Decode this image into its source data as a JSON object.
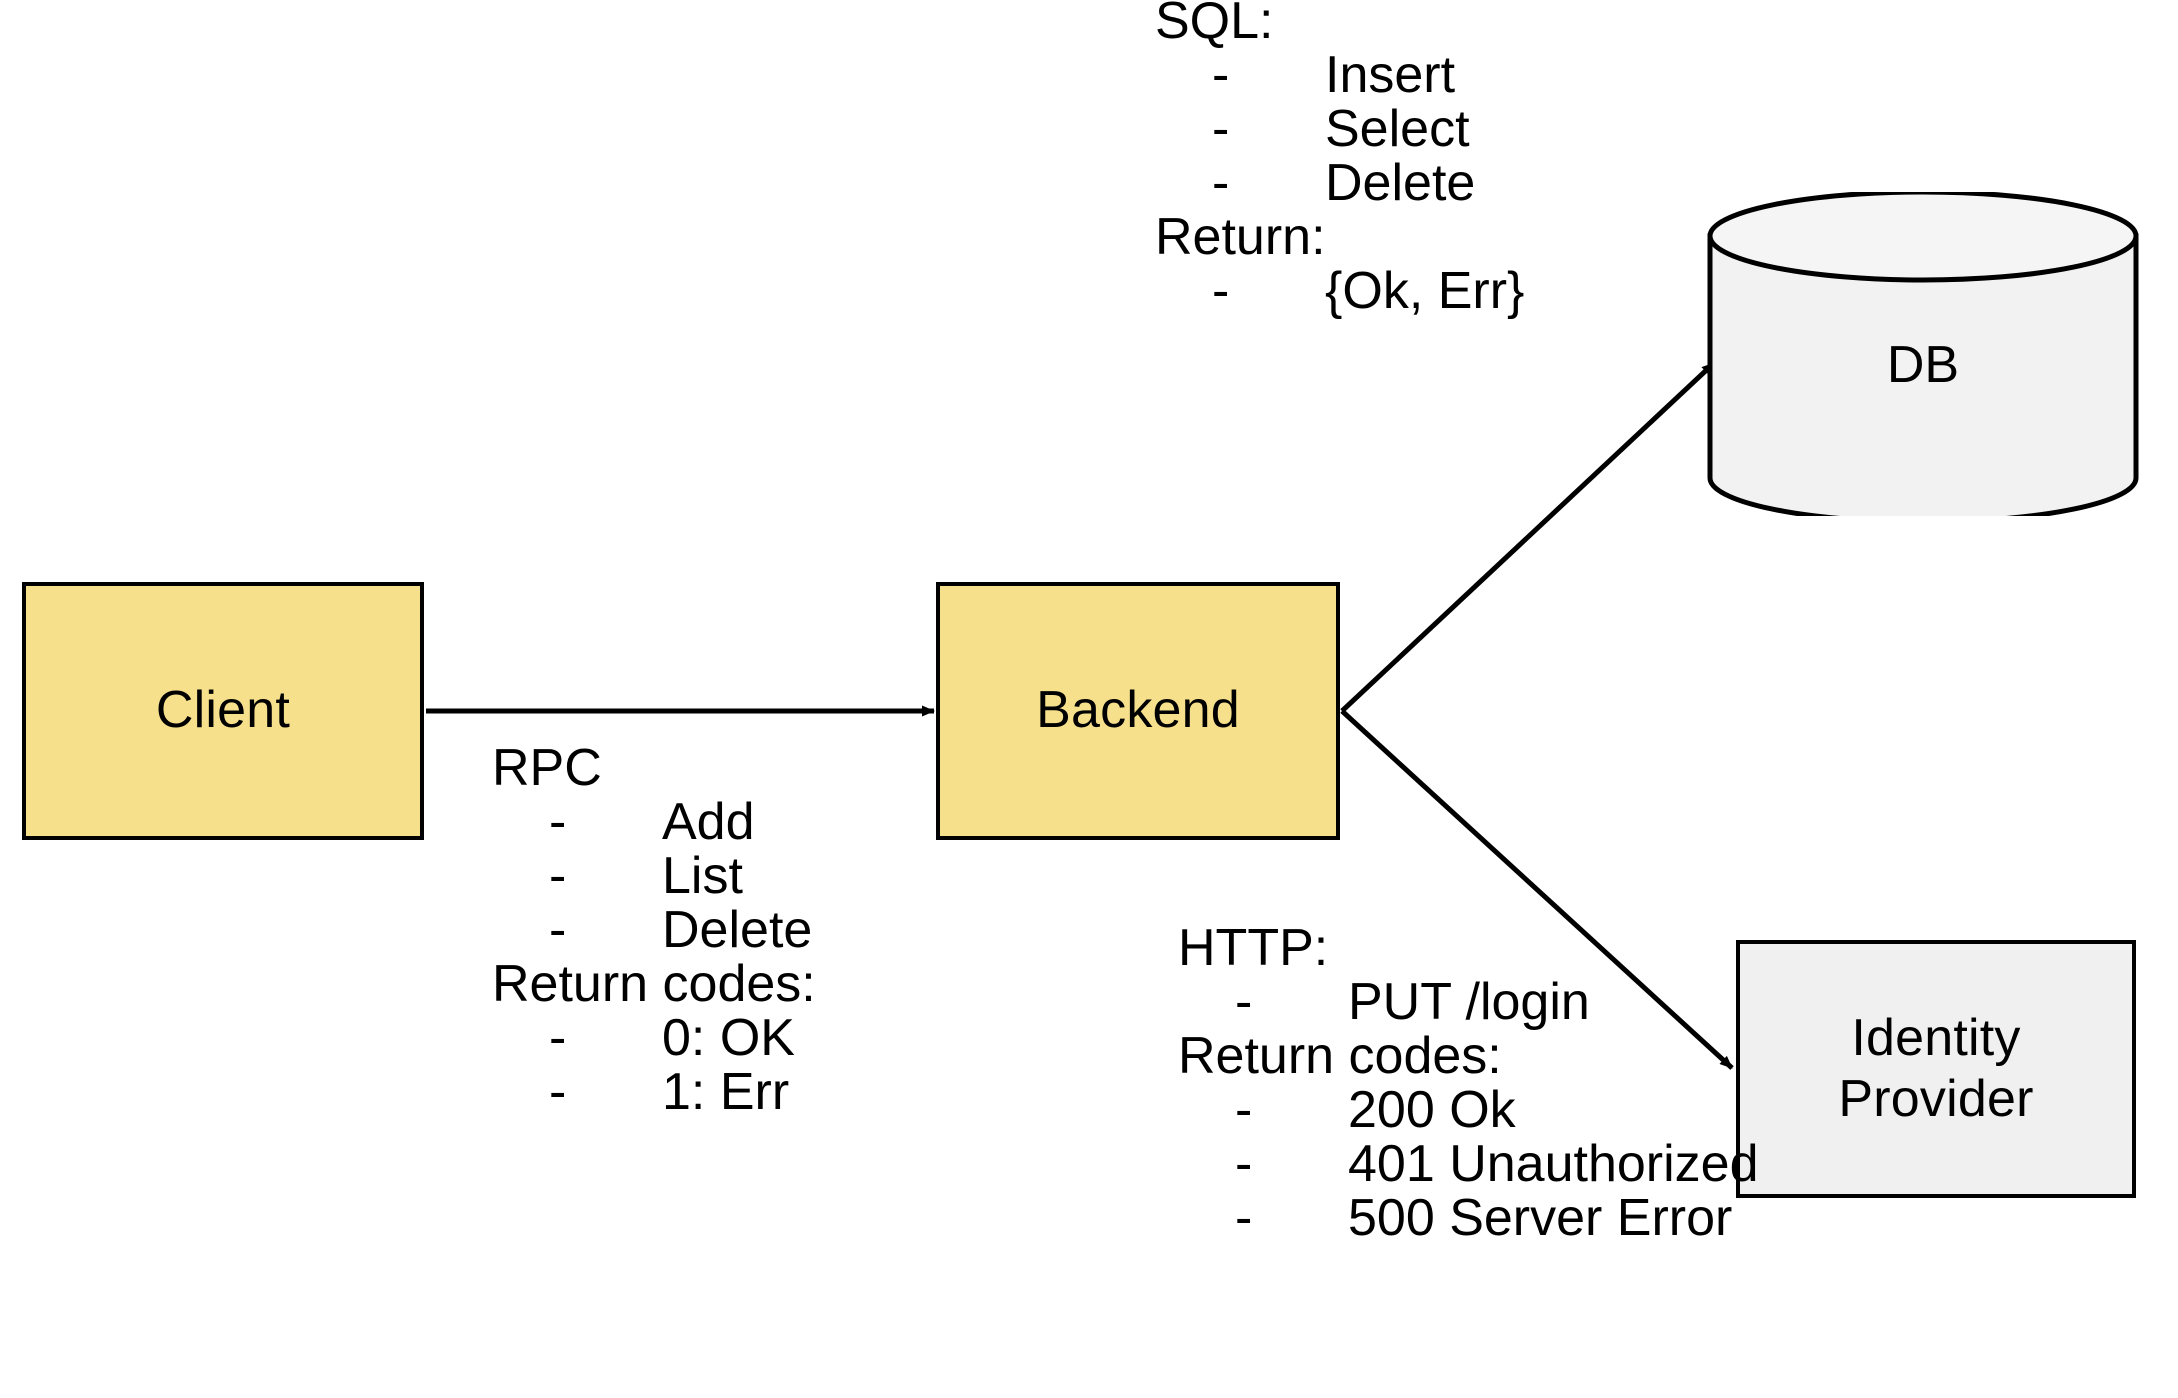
{
  "diagram": {
    "title": "Client / Backend service interaction diagram",
    "colors": {
      "node_yellow": "#F7E08C",
      "node_gray": "#F0F0F0",
      "db_gray": "#F2F2F2",
      "stroke": "#000000",
      "background": "#FFFFFF"
    },
    "nodes": {
      "client": {
        "label": "Client",
        "shape": "rectangle",
        "fill": "#F7E08C"
      },
      "backend": {
        "label": "Backend",
        "shape": "rectangle",
        "fill": "#F7E08C"
      },
      "db": {
        "label": "DB",
        "shape": "cylinder",
        "fill": "#F2F2F2"
      },
      "identity_provider": {
        "label_line1": "Identity",
        "label_line2": "Provider",
        "shape": "rectangle",
        "fill": "#F0F0F0"
      }
    },
    "edges": [
      {
        "from": "client",
        "to": "backend",
        "protocol": "RPC",
        "style": "straight-arrow"
      },
      {
        "from": "backend",
        "to": "db",
        "protocol": "SQL",
        "style": "diagonal-arrow-up"
      },
      {
        "from": "backend",
        "to": "identity_provider",
        "protocol": "HTTP",
        "style": "diagonal-arrow-down"
      }
    ],
    "annotations": {
      "sql": {
        "heading": "SQL:",
        "items": [
          "Insert",
          "Select",
          "Delete"
        ],
        "return_heading": "Return:",
        "return_items": [
          "{Ok, Err}"
        ],
        "bullet": "-"
      },
      "rpc": {
        "heading": "RPC",
        "items": [
          "Add",
          "List",
          "Delete"
        ],
        "return_heading": "Return codes:",
        "return_items": [
          "0: OK",
          "1: Err"
        ],
        "bullet": "-"
      },
      "http": {
        "heading": "HTTP:",
        "items": [
          "PUT /login"
        ],
        "return_heading": "Return codes:",
        "return_items": [
          "200 Ok",
          "401 Unauthorized",
          "500 Server Error"
        ],
        "bullet": "-"
      }
    }
  }
}
